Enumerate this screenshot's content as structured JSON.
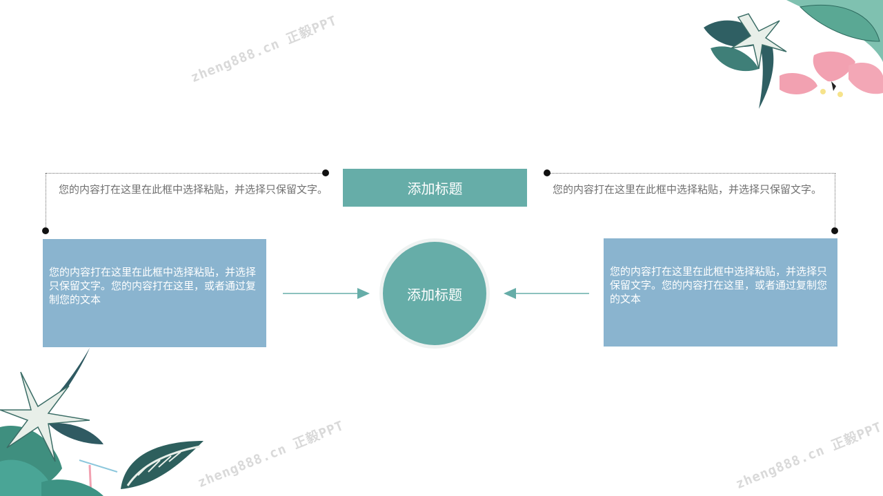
{
  "top_left_text": "您的内容打在这里在此框中选择粘贴，并选择只保留文字。",
  "top_right_text": "您的内容打在这里在此框中选择粘贴，并选择只保留文字。",
  "top_title": "添加标题",
  "center_title": "添加标题",
  "left_box_text": "您的内容打在这里在此框中选择粘贴，并选择只保留文字。您的内容打在这里，或者通过复制您的文本",
  "right_box_text": "您的内容打在这里在此框中选择粘贴，并选择只保留文字。您的内容打在这里，或者通过复制您的文本",
  "watermarks": [
    "zheng888.cn 正毅PPT",
    "zheng888.cn 正毅PPT",
    "zheng888.cn 正毅PPT"
  ],
  "colors": {
    "teal": "#66ada8",
    "blue": "#8ab4cf",
    "text_gray": "#707070"
  }
}
